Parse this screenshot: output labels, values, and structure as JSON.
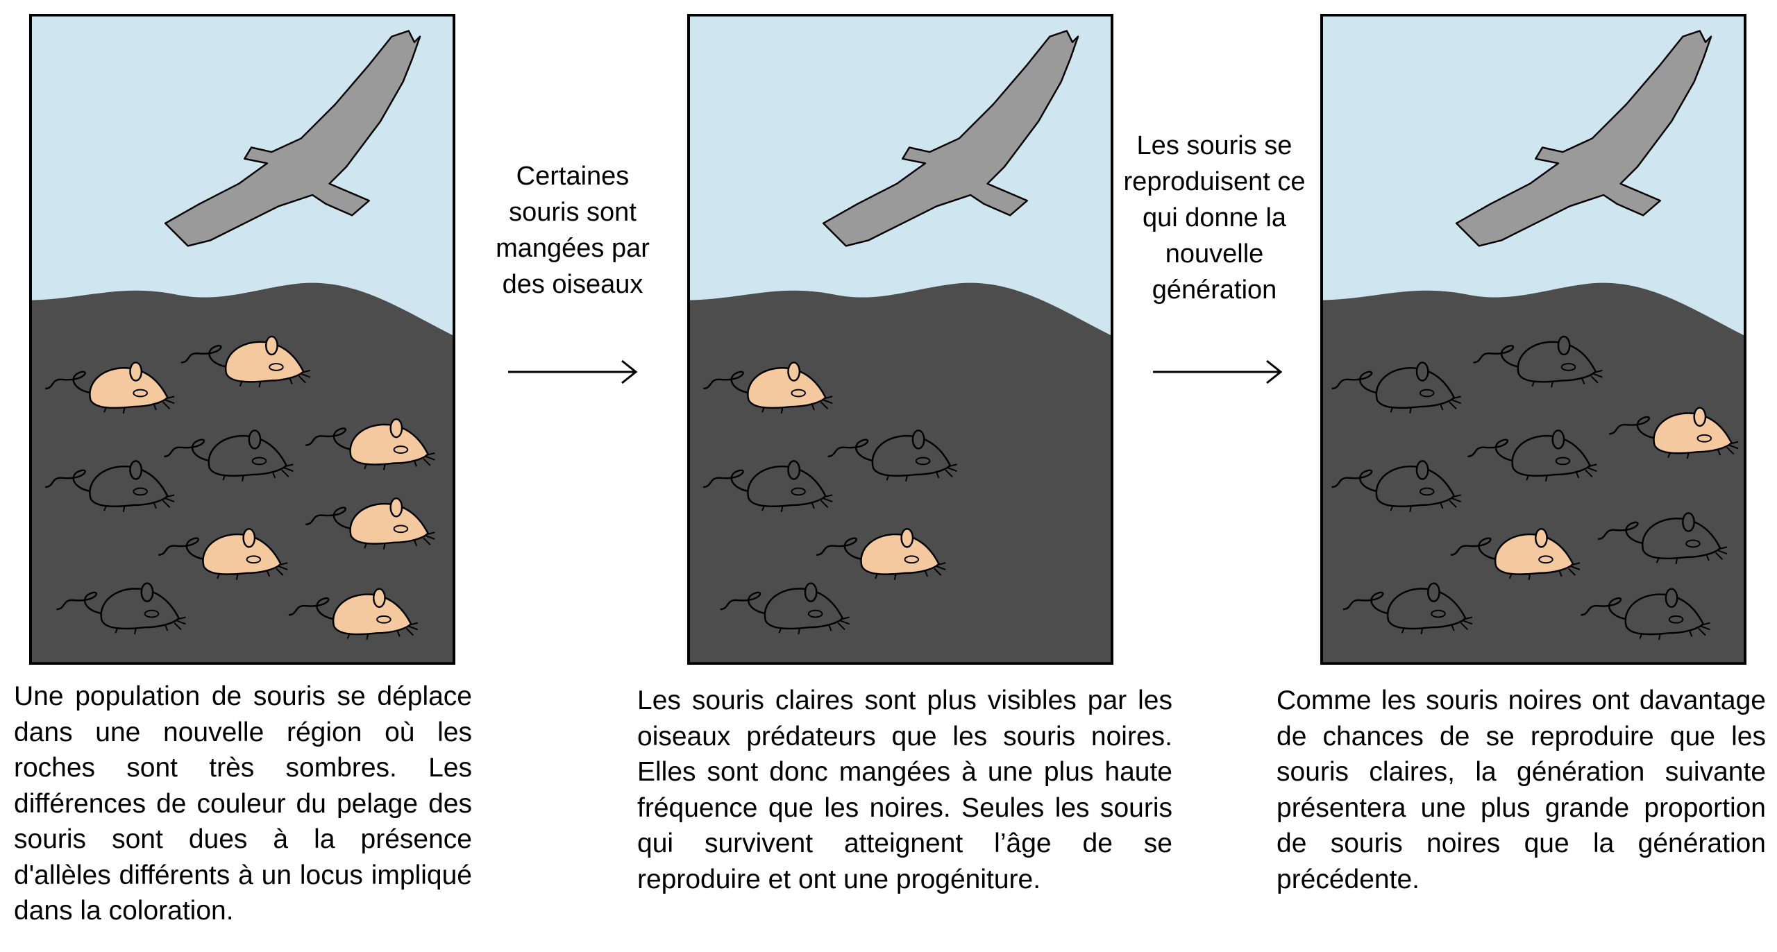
{
  "panels": [
    {
      "caption": "Une population de souris se déplace dans une nouvelle région où les roches sont très sombres. Les différences de couleur du pelage des souris sont dues à la présence d'allèles différents à un locus impliqué dans la coloration.",
      "mice": [
        "light",
        "light",
        "light",
        "light",
        "light",
        "light",
        "dark",
        "dark",
        "dark"
      ]
    },
    {
      "caption": "Les souris claires sont plus visibles par les oiseaux prédateurs que les souris noires. Elles sont donc mangées à une plus haute fréquence que les noires. Seules les souris qui survivent atteignent l’âge de se reproduire et ont une progéniture.",
      "mice": [
        "light",
        "dark",
        "dark",
        "light",
        "dark"
      ]
    },
    {
      "caption": "Comme les souris noires ont davantage de chances de se reproduire que les souris claires, la génération suivante présentera une plus grande proportion de souris noires que la génération précédente.",
      "mice": [
        "dark",
        "dark",
        "light",
        "dark",
        "dark",
        "dark",
        "light",
        "dark",
        "dark"
      ]
    }
  ],
  "transitions": [
    {
      "label": "Certaines souris sont mangées par des oiseaux"
    },
    {
      "label": "Les souris se reproduisent ce qui donne la nouvelle génération"
    }
  ],
  "colors": {
    "sky": "#cfe6f0",
    "ground": "#4d4d4d",
    "bird": "#9a9a9a",
    "light_mouse": "#f5c9a0",
    "dark_mouse": "#4d4d4d"
  }
}
